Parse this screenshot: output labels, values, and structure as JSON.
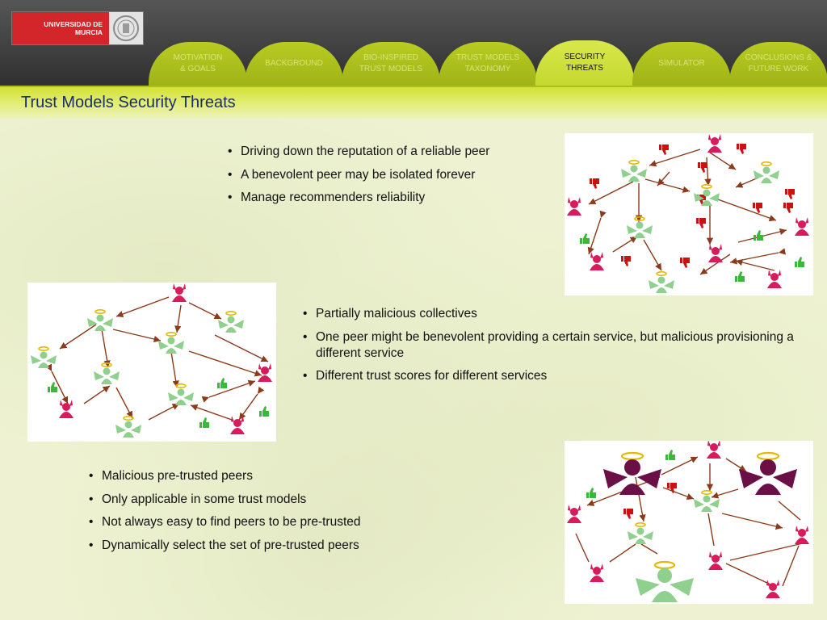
{
  "logo": {
    "line1": "UNIVERSIDAD DE",
    "line2": "MURCIA"
  },
  "tabs": [
    {
      "label": "MOTIVATION\n& GOALS",
      "active": false
    },
    {
      "label": "BACKGROUND",
      "active": false
    },
    {
      "label": "BIO-INSPIRED\nTRUST MODELS",
      "active": false
    },
    {
      "label": "TRUST MODELS\nTAXONOMY",
      "active": false
    },
    {
      "label": "SECURITY\nTHREATS",
      "active": true
    },
    {
      "label": "SIMULATOR",
      "active": false
    },
    {
      "label": "CONCLUSIONS &\nFUTURE WORK",
      "active": false
    }
  ],
  "title": "Trust Models Security Threats",
  "section1": {
    "bullets": [
      "Driving down the reputation of a reliable peer",
      "A benevolent peer may be isolated forever",
      "Manage recommenders reliability"
    ]
  },
  "section2": {
    "bullets": [
      "Partially malicious collectives",
      "One peer might be benevolent providing a certain service, but malicious provisioning a different service",
      "Different trust scores for different services"
    ]
  },
  "section3": {
    "bullets": [
      "Malicious pre-trusted peers",
      "Only applicable in some trust models",
      "Not always easy to find peers to be pre-trusted",
      "Dynamically select the set of pre-trusted peers"
    ]
  },
  "colors": {
    "angel": "#8fd08f",
    "devil": "#d81b5a",
    "pretrusted_devil": "#6b1047",
    "arrow": "#8b3a1a",
    "thumb_up": "#3ab83a",
    "thumb_down": "#cc1111",
    "halo": "#e6b800",
    "title_text": "#1a2d6e",
    "tab_active": "#d8e84a",
    "tab_inactive": "#a9bd1c"
  },
  "icons": {
    "angel": "angel-peer-icon",
    "devil": "devil-peer-icon",
    "thumb_up": "thumbs-up-icon",
    "thumb_down": "thumbs-down-icon"
  }
}
